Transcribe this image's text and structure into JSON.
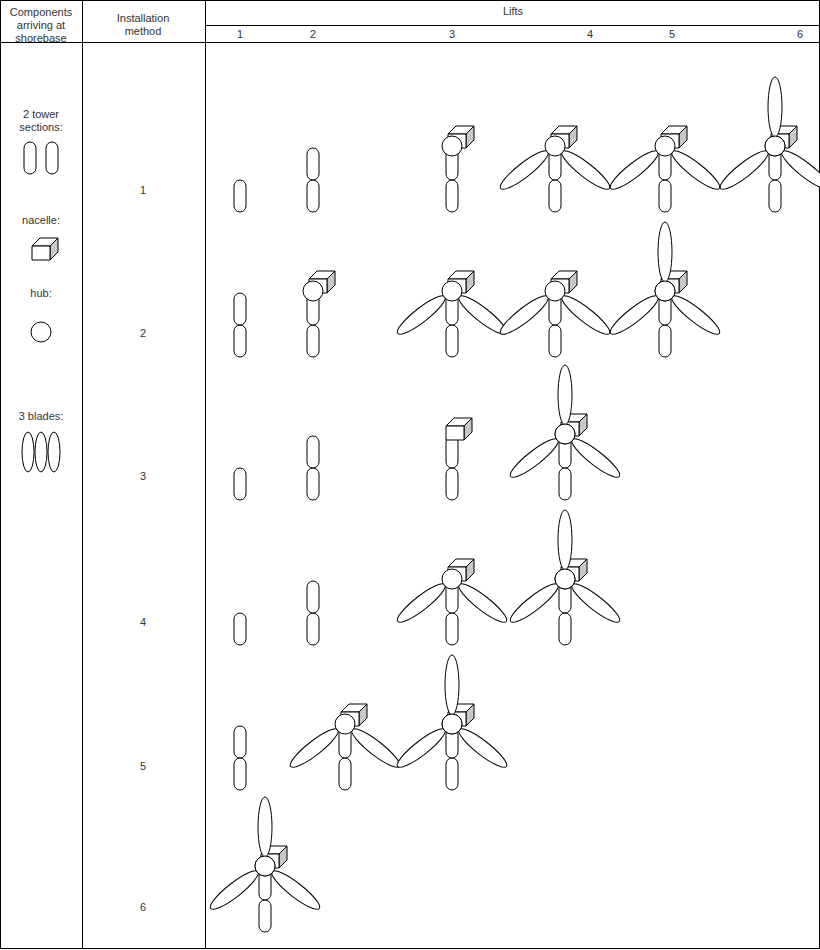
{
  "diagram": {
    "labels": [
      "Components arriving at shorebase",
      "Installation method",
      "Lifts",
      "1",
      "2",
      "3",
      "4",
      "5",
      "6",
      "2 tower sections:",
      "1",
      "nacelle:",
      "hub:",
      "2",
      "3 blades:",
      "3",
      "4",
      "5",
      "6"
    ]
  }
}
